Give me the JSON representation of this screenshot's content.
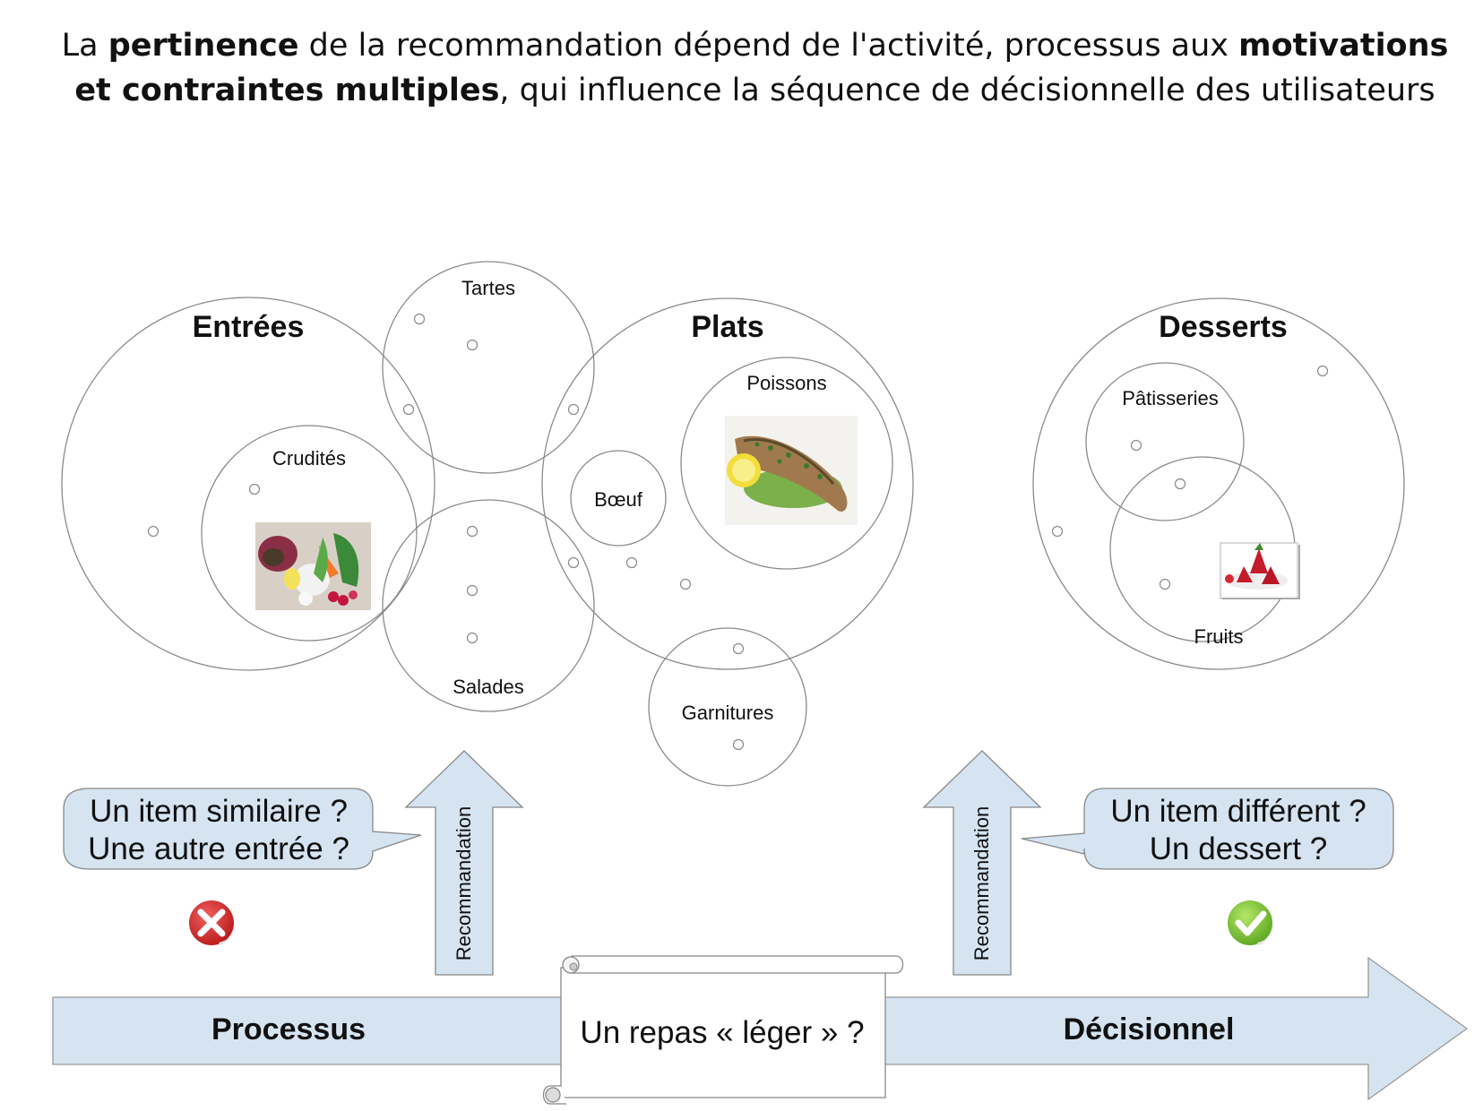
{
  "title": {
    "part1": "La ",
    "bold1": "pertinence",
    "part2": " de la recommandation dépend de l'activité, processus aux ",
    "bold2": "motivations et contraintes multiples",
    "part3": ", qui influence la séquence de décisionnelle des utilisateurs"
  },
  "groups": {
    "entrees": "Entrées",
    "plats": "Plats",
    "desserts": "Desserts"
  },
  "subgroups": {
    "tartes": "Tartes",
    "crudites": "Crudités",
    "salades": "Salades",
    "poissons": "Poissons",
    "boeuf": "Bœuf",
    "garnitures": "Garnitures",
    "patisseries": "Pâtisseries",
    "fruits": "Fruits"
  },
  "bubbles": {
    "left_line1": "Un item similaire ?",
    "left_line2": "Une autre entrée ?",
    "right_line1": "Un item différent ?",
    "right_line2": "Un dessert ?"
  },
  "arrows": {
    "reco_left": "Recommandation",
    "reco_right": "Recommandation"
  },
  "process": {
    "left_label": "Processus",
    "right_label": "Décisionnel",
    "scroll_text": "Un repas « léger » ?"
  },
  "icons": {
    "wrong": "cross-icon",
    "right": "check-icon"
  },
  "colors": {
    "arrow_fill": "#d6e4f2",
    "cross_red": "#d52b2b",
    "check_green": "#7cc43a"
  }
}
